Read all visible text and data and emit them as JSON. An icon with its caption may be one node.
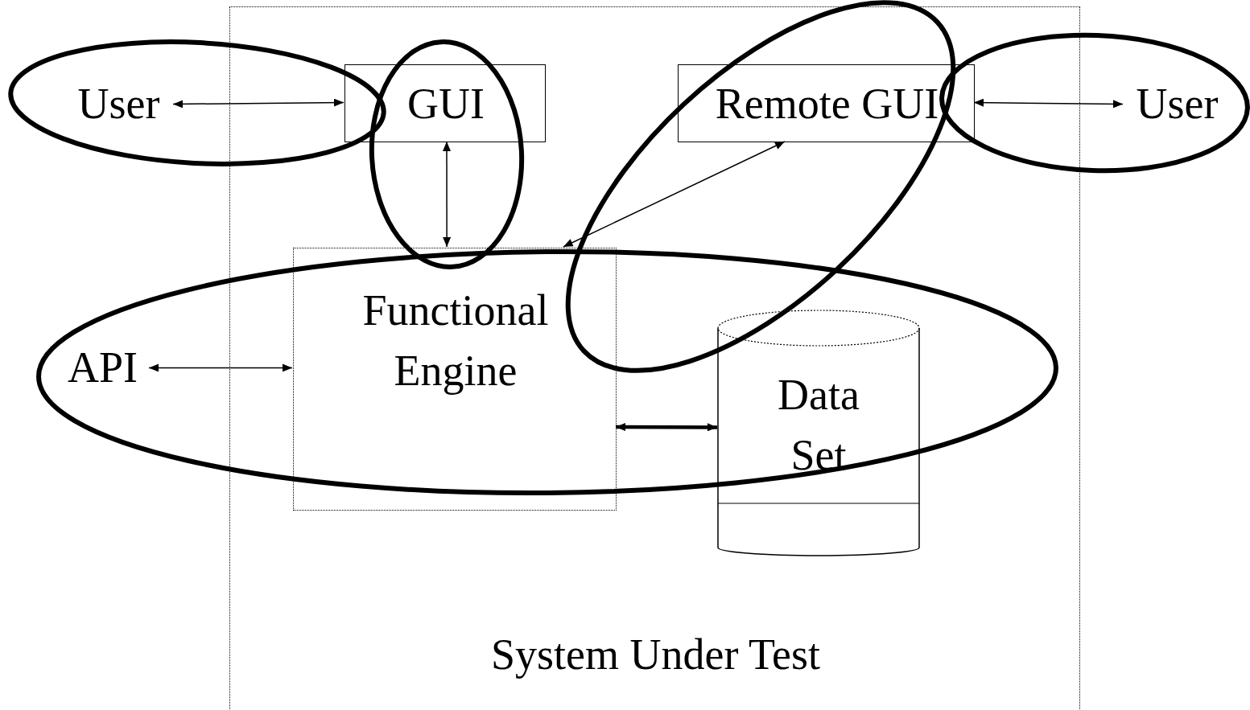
{
  "diagram": {
    "nodes": [
      {
        "text": [
          "System Under Test"
        ]
      },
      {
        "text": [
          "User"
        ]
      },
      {
        "text": [
          "GUI"
        ],
        "in": 0
      },
      {
        "text": [
          "Remote GUI"
        ],
        "in": 0
      },
      {
        "text": [
          "User"
        ]
      },
      {
        "text": [
          "Functional Engine"
        ],
        "in": 0
      },
      {
        "text": [
          "API"
        ]
      },
      {
        "text": [
          "Data Set"
        ],
        "in": 0
      }
    ],
    "edges": [
      {
        "from": 1,
        "to": 2,
        "arrow": "both"
      },
      {
        "from": 2,
        "to": 5,
        "arrow": "both"
      },
      {
        "from": 3,
        "to": 4,
        "arrow": "both"
      },
      {
        "from": 3,
        "to": 5,
        "arrow": "both"
      },
      {
        "from": 6,
        "to": 5,
        "arrow": "both"
      },
      {
        "from": 5,
        "to": 7,
        "arrow": "both",
        "style": "thick"
      }
    ]
  }
}
